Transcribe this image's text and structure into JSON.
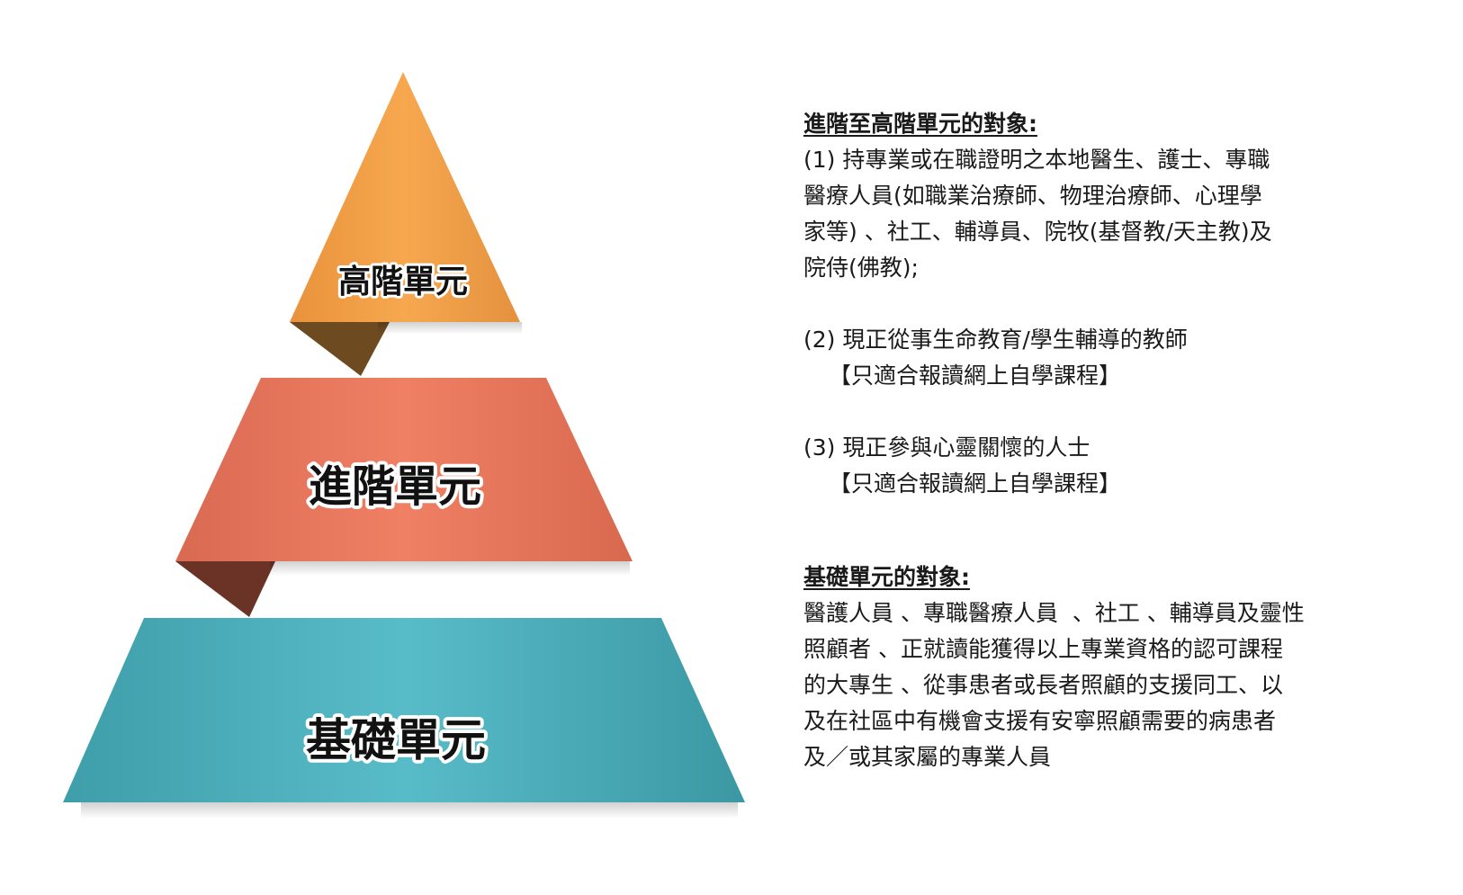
{
  "pyramid": {
    "tiers": [
      {
        "id": "advanced",
        "label": "高階單元",
        "color": "#f5a04a",
        "fold_color": "#6e4a20"
      },
      {
        "id": "intermediate",
        "label": "進階單元",
        "color": "#ef7d62",
        "fold_color": "#6b3326"
      },
      {
        "id": "foundation",
        "label": "基礎單元",
        "color": "#53b8c4"
      }
    ]
  },
  "advanced_audience": {
    "heading": "進階至高階單元的對象:",
    "item1": {
      "lines": [
        "(1) 持專業或在職證明之本地醫生、護士、專職",
        "醫療人員(如職業治療師、物理治療師、心理學",
        "家等) 、社工、輔導員、院牧(基督教/天主教)及",
        "院侍(佛教);"
      ]
    },
    "item2": {
      "text": "(2) 現正從事生命教育/學生輔導的教師",
      "note": "【只適合報讀網上自學課程】"
    },
    "item3": {
      "text": "(3) 現正參與心靈關懷的人士",
      "note": "【只適合報讀網上自學課程】"
    }
  },
  "foundation_audience": {
    "heading": "基礎單元的對象:",
    "lines": [
      "醫護人員 、專職醫療人員  、社工 、輔導員及靈性",
      "照顧者 、正就讀能獲得以上專業資格的認可課程",
      "的大專生 、從事患者或長者照顧的支援同工、以",
      "及在社區中有機會支援有安寧照顧需要的病患者",
      "及／或其家屬的專業人員"
    ]
  }
}
